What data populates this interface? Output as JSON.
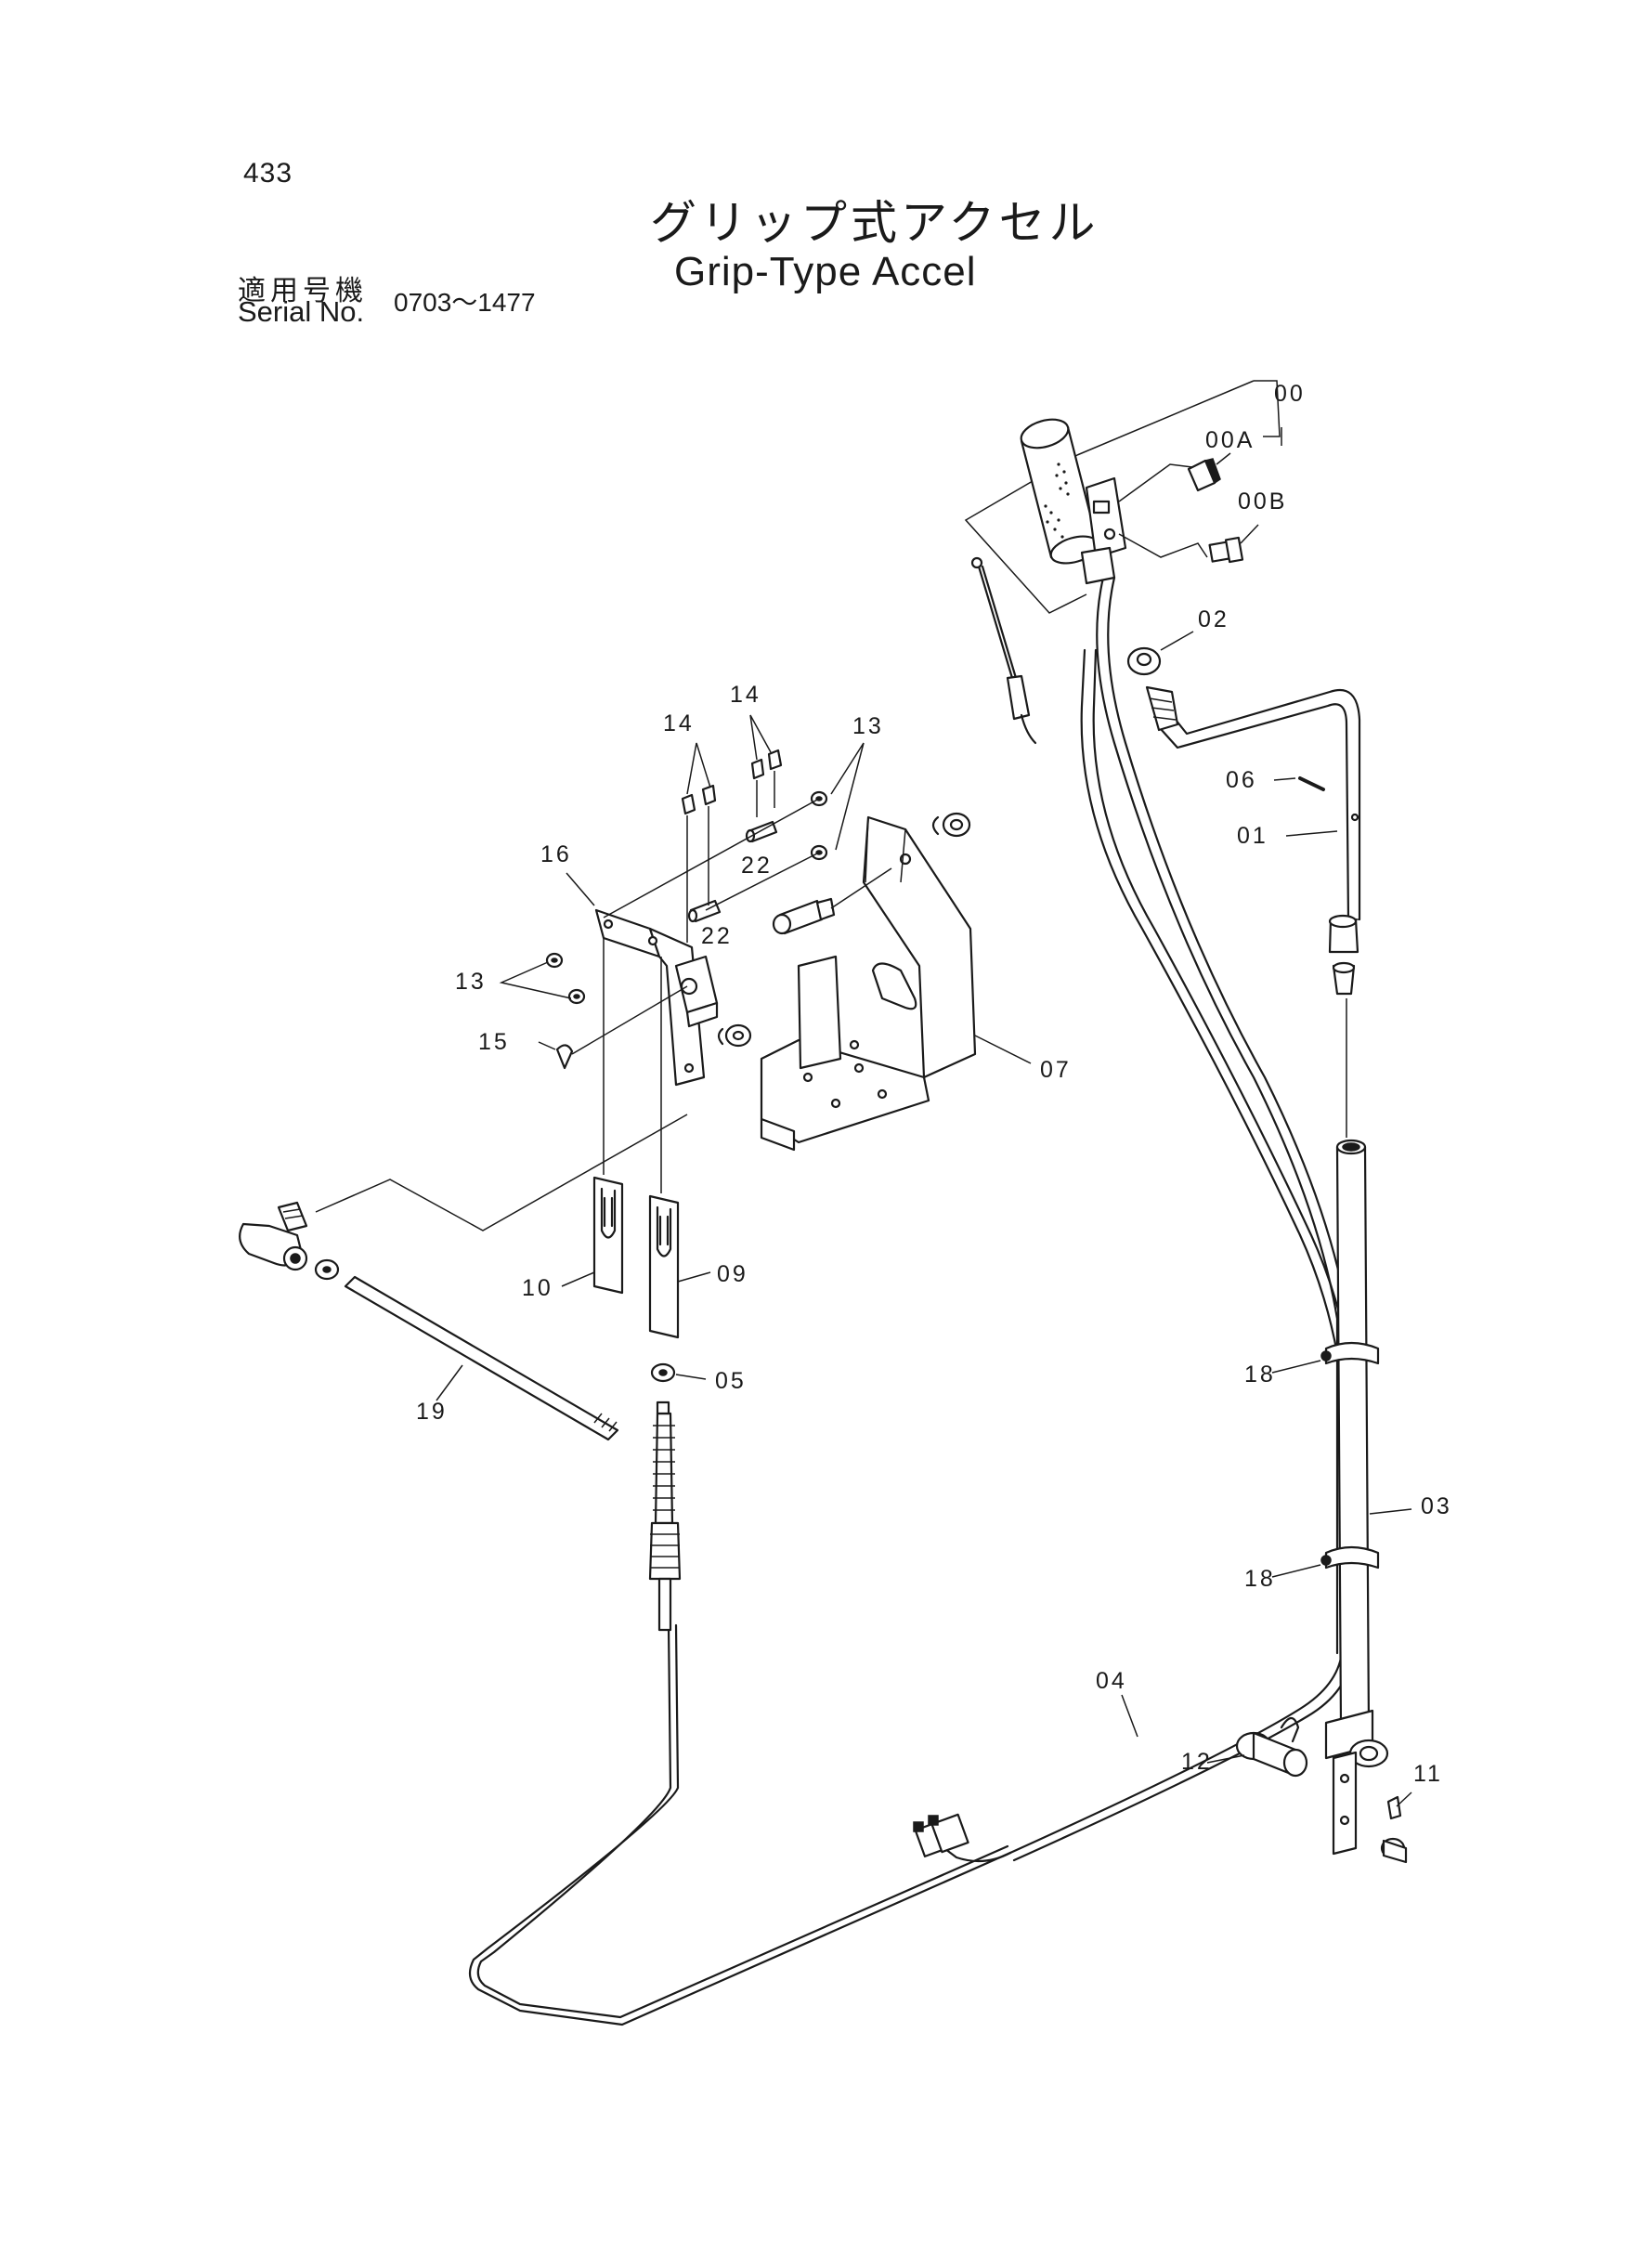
{
  "header": {
    "page_number": "433",
    "title_jp": "グリップ式アクセル",
    "title_en": "Grip-Type Accel",
    "serial_label_jp": "適用号機",
    "serial_label_en": "Serial No.",
    "serial_range": "0703～1477"
  },
  "callouts": {
    "c00": "00",
    "c00a": "00A",
    "c00b": "00B",
    "c02": "02",
    "c06": "06",
    "c01": "01",
    "c14a": "14",
    "c14b": "14",
    "c13": "13",
    "c22a": "22",
    "c22b": "22",
    "c16": "16",
    "c13b": "13",
    "c15": "15",
    "c07": "07",
    "c10": "10",
    "c09": "09",
    "c05": "05",
    "c19": "19",
    "c18a": "18",
    "c03": "03",
    "c18b": "18",
    "c04": "04",
    "c12": "12",
    "c11": "11"
  }
}
